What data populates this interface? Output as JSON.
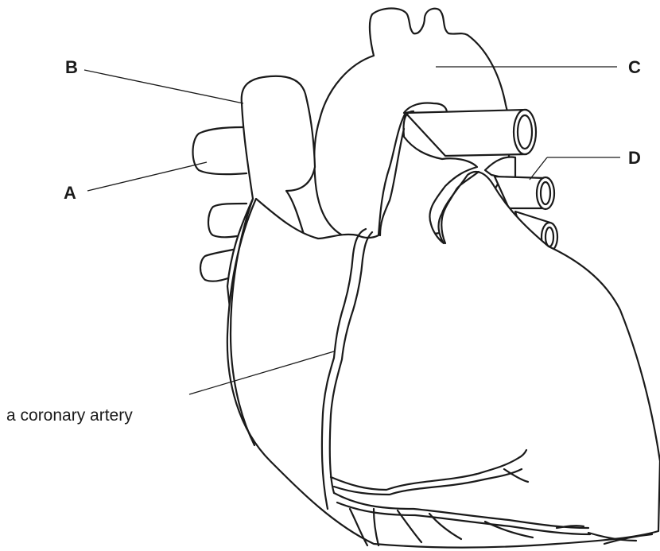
{
  "labels": {
    "a": "A",
    "b": "B",
    "c": "C",
    "d": "D",
    "coronary": "a coronary artery"
  },
  "colors": {
    "line": "#1a1a1a",
    "background": "#ffffff"
  }
}
